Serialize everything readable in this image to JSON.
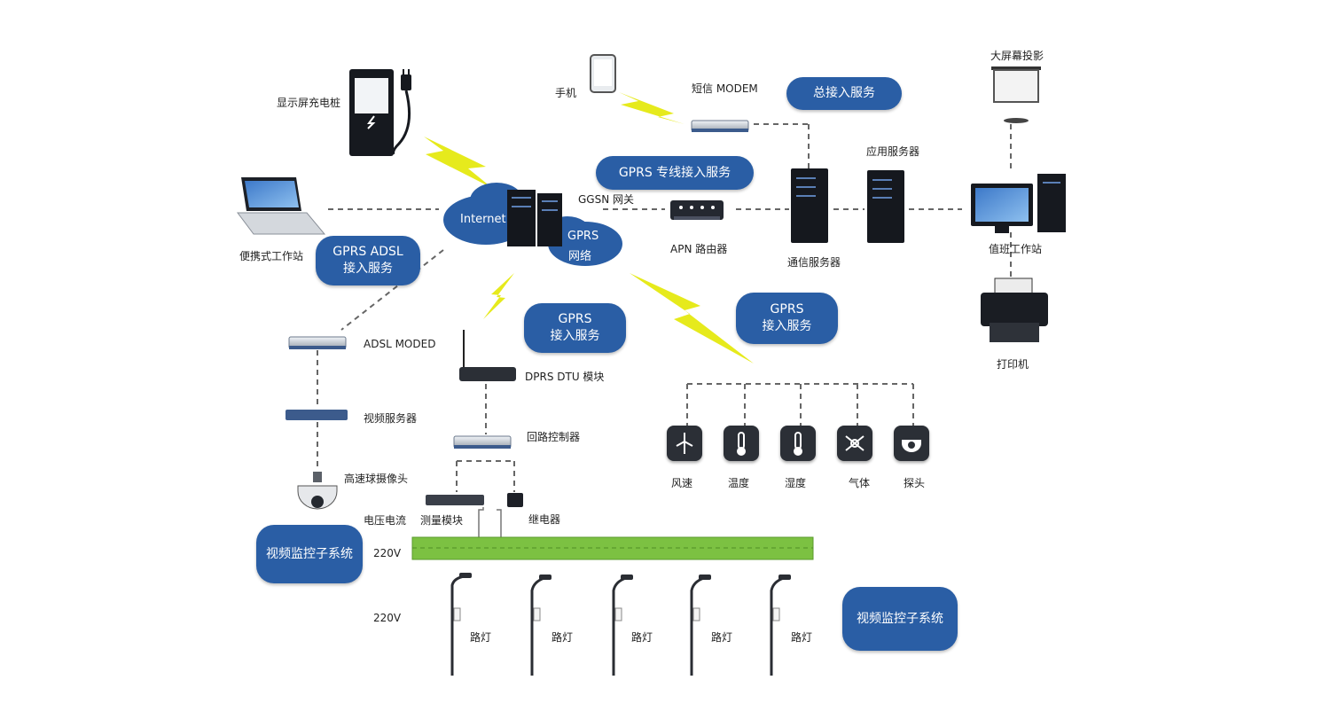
{
  "bubbles": {
    "sms_access": "总接入服务",
    "gprs_dedicated": "GPRS 专线接入服务",
    "gprs_adsl_l1": "GPRS  ADSL",
    "gprs_adsl_l2": "接入服务",
    "gprs_mid_l1": "GPRS",
    "gprs_mid_l2": "接入服务",
    "gprs_right_l1": "GPRS",
    "gprs_right_l2": "接入服务",
    "video_left": "视频监控子系统",
    "video_right": "视频监控子系统"
  },
  "network": {
    "internet": "Internet",
    "gprs_cloud_l1": "GPRS",
    "gprs_cloud_l2": "网络"
  },
  "labels": {
    "charging_pile": "显示屏充电桩",
    "phone": "手机",
    "sms_modem": "短信 MODEM",
    "ggsn": "GGSN 网关",
    "apn_router": "APN 路由器",
    "app_server": "应用服务器",
    "comm_server": "通信服务器",
    "projector": "大屏幕投影",
    "duty_workstation": "值班工作站",
    "printer": "打印机",
    "laptop": "便携式工作站",
    "adsl_modem": "ADSL MODED",
    "dtu": "DPRS DTU 模块",
    "video_server": "视频服务器",
    "loop_controller": "回路控制器",
    "dome_camera": "高速球摄像头",
    "voltage_current": "电压电流",
    "measure_module": "测量模块",
    "relay": "继电器",
    "v220_a": "220V",
    "v220_b": "220V"
  },
  "sensors": [
    {
      "label": "风速",
      "icon": "wind-turbine-icon"
    },
    {
      "label": "温度",
      "icon": "thermometer-icon"
    },
    {
      "label": "湿度",
      "icon": "thermometer-icon"
    },
    {
      "label": "气体",
      "icon": "gas-icon"
    },
    {
      "label": "探头",
      "icon": "camera-dome-icon"
    }
  ],
  "streetlights": [
    "路灯",
    "路灯",
    "路灯",
    "路灯",
    "路灯"
  ],
  "colors": {
    "bubble": "#2a5ea5",
    "lightning": "#e6ea1c",
    "power_bar": "#7cc142",
    "device_dark": "#15181e"
  }
}
